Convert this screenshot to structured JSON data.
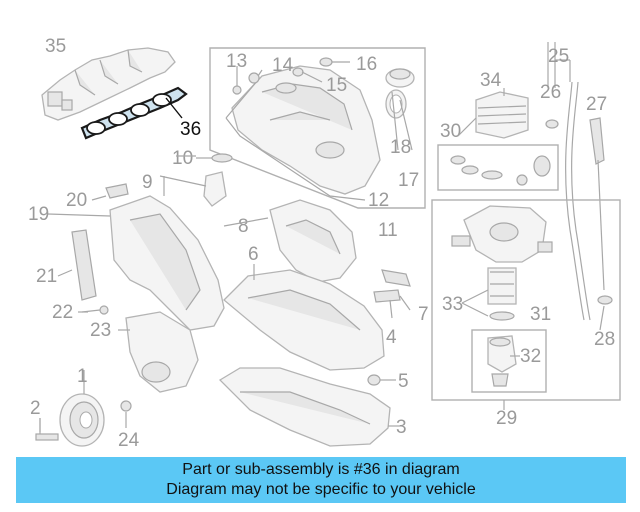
{
  "labels": {
    "n1": "1",
    "n2": "2",
    "n3": "3",
    "n4": "4",
    "n5": "5",
    "n6": "6",
    "n7": "7",
    "n8": "8",
    "n9": "9",
    "n10": "10",
    "n11": "11",
    "n12": "12",
    "n13": "13",
    "n14": "14",
    "n15": "15",
    "n16": "16",
    "n17": "17",
    "n18": "18",
    "n19": "19",
    "n20": "20",
    "n21": "21",
    "n22": "22",
    "n23": "23",
    "n24": "24",
    "n25": "25",
    "n26": "26",
    "n27": "27",
    "n28": "28",
    "n29": "29",
    "n30": "30",
    "n31": "31",
    "n32": "32",
    "n33": "33",
    "n34": "34",
    "n35": "35",
    "n36": "36"
  },
  "highlighted_part": "36",
  "caption": {
    "line1": "Part or sub-assembly is #36 in diagram",
    "line2": "Diagram may not be specific to your vehicle"
  },
  "colors": {
    "caption_background": "#5bc8f5",
    "label_gray": "#9a9a9a",
    "highlight_label": "#111111"
  }
}
